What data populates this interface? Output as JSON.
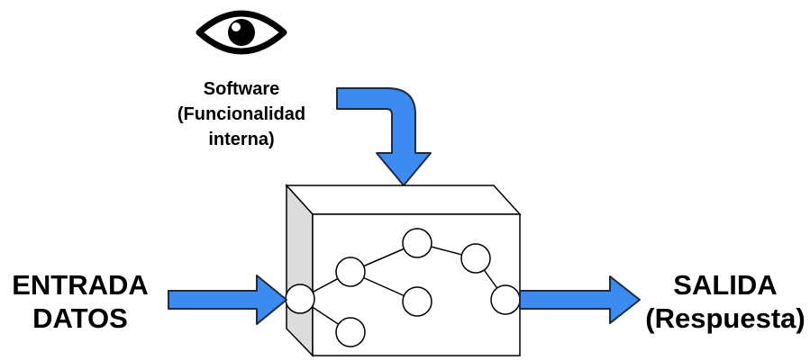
{
  "software_label": [
    "Software",
    "(Funcionalidad",
    "interna)"
  ],
  "input_label": [
    "ENTRADA",
    "DATOS"
  ],
  "output_label": [
    "SALIDA",
    "(Respuesta)"
  ],
  "colors": {
    "arrow_fill": "#3b8bf0",
    "arrow_stroke": "#1f2a3a",
    "box_front": "#ffffff",
    "box_side": "#dcdcdc",
    "box_top": "#ffffff",
    "stroke": "#000000"
  },
  "icons": [
    "eye-icon"
  ]
}
